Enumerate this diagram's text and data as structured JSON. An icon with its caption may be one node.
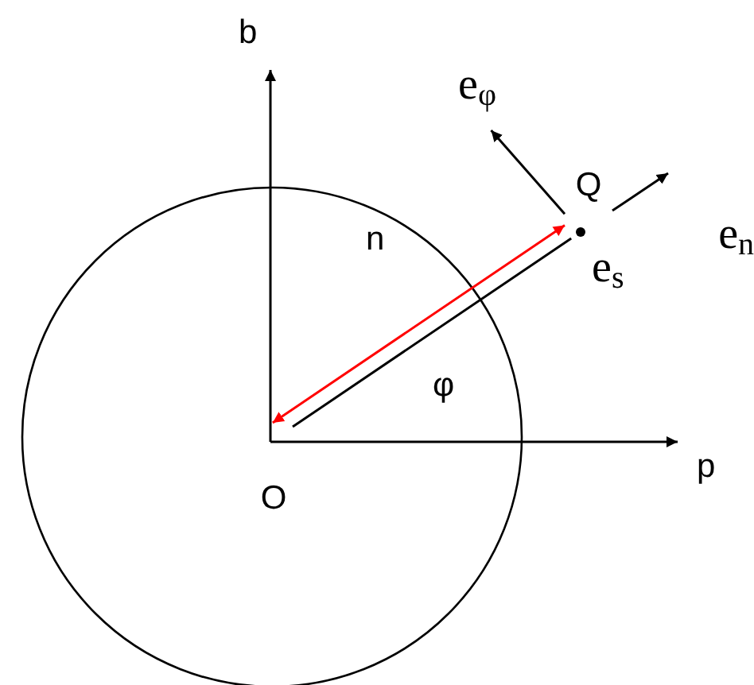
{
  "diagram": {
    "nodes": [
      {
        "text": [
          "O"
        ]
      },
      {
        "text": [
          "Q"
        ]
      },
      {
        "text": [
          "e$_{φ}$"
        ]
      },
      {
        "text": [
          "e$_{n}$"
        ]
      }
    ],
    "edges": [
      {
        "from": 0,
        "to": 1,
        "arrow": "none"
      },
      {
        "from": 1,
        "to": 3,
        "arrow": "to"
      },
      {
        "from": 1,
        "to": 2,
        "arrow": "to"
      },
      {
        "from": 0,
        "to": 1,
        "arrow": "both",
        "color": "#ff0000",
        "label": "n"
      }
    ],
    "labels": [
      "b",
      "e$_{s}$",
      "φ",
      "p"
    ]
  }
}
